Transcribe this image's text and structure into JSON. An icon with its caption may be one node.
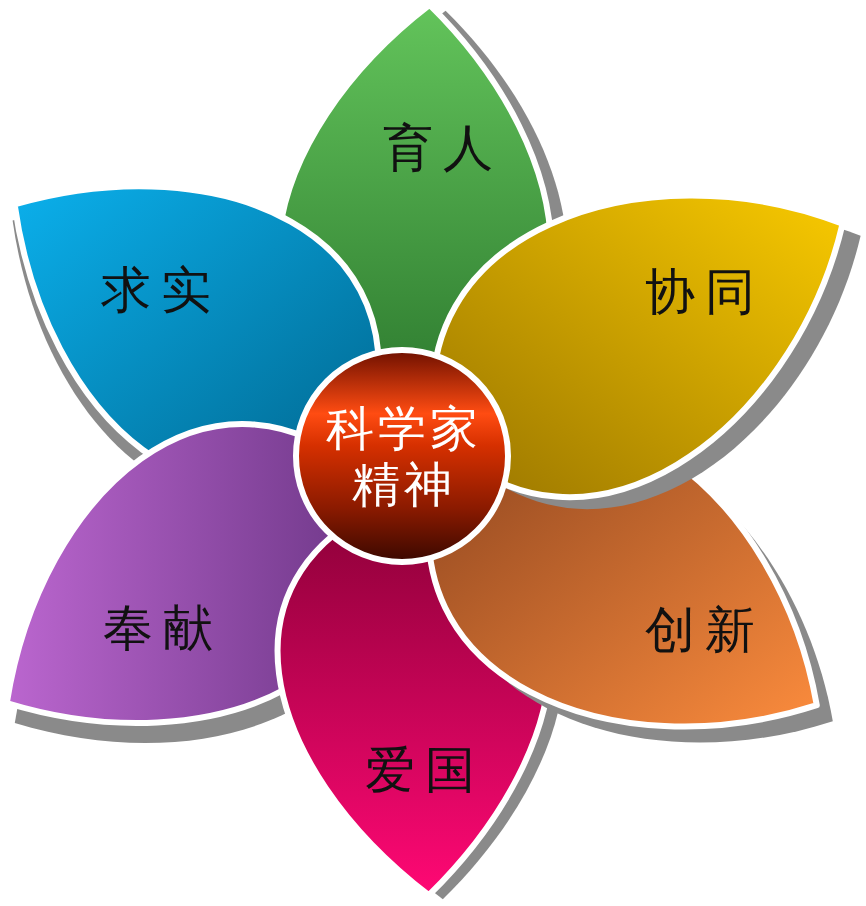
{
  "diagram": {
    "nodes": [
      {
        "text": [
          "育人"
        ]
      },
      {
        "text": [
          "求实"
        ]
      },
      {
        "text": [
          "协同"
        ]
      },
      {
        "text": [
          "科学家精神"
        ]
      },
      {
        "text": [
          "奉献"
        ]
      },
      {
        "text": [
          "创新"
        ]
      },
      {
        "text": [
          "爱国"
        ]
      }
    ]
  }
}
